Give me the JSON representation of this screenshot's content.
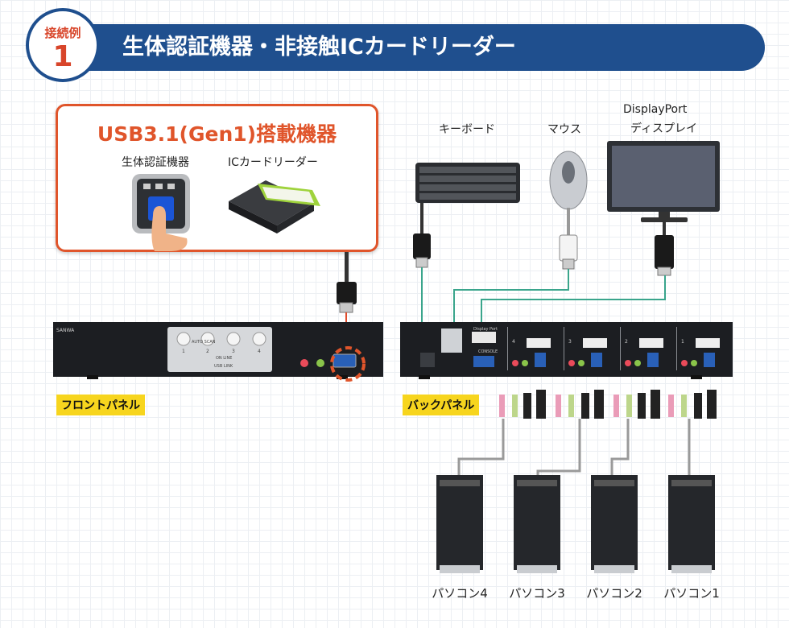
{
  "header": {
    "badge_label": "接続例",
    "badge_number": "1",
    "title": "生体認証機器・非接触ICカードリーダー"
  },
  "device_box": {
    "title": "USB3.1(Gen1)搭載機器",
    "biometric_label": "生体認証機器",
    "ic_reader_label": "ICカードリーダー"
  },
  "peripherals": {
    "keyboard": "キーボード",
    "mouse": "マウス",
    "display_line1": "DisplayPort",
    "display_line2": "ディスプレイ"
  },
  "panels": {
    "front_label": "フロントパネル",
    "back_label": "バックパネル"
  },
  "front_panel": {
    "brand": "SANWA",
    "auto_scan": "AUTO SCAN",
    "on_line": "ON LINE",
    "usb_link": "USB LINK",
    "ports": [
      "1",
      "2",
      "3",
      "4"
    ]
  },
  "back_panel": {
    "console": "CONSOLE",
    "display_port": "Display Port",
    "ports": [
      "4",
      "3",
      "2",
      "1"
    ]
  },
  "pcs": [
    "パソコン4",
    "パソコン3",
    "パソコン2",
    "パソコン1"
  ],
  "colors": {
    "banner": "#1f4f8e",
    "accent": "#e0552b",
    "tag": "#f7d51e",
    "cable_green": "#3aa58c",
    "cable_red": "#e04b2a"
  }
}
